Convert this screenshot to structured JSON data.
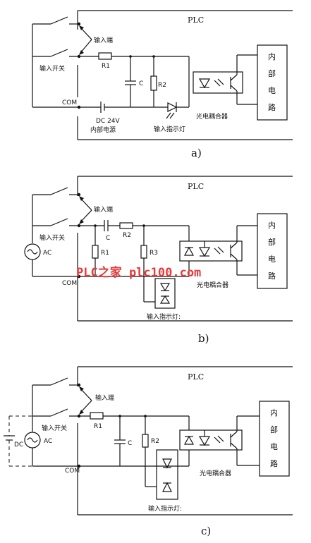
{
  "labels": {
    "plc": "PLC",
    "input_terminal": "输入端",
    "input_switch": "输入开关",
    "com": "COM",
    "r1": "R1",
    "r2": "R2",
    "r3": "R3",
    "c": "C",
    "dc24v": "DC 24V",
    "internal_power": "内部电源",
    "input_indicator": "输入指示灯",
    "input_indicator_colon": "输入指示灯:",
    "optocoupler": "光电耦合器",
    "ac": "AC",
    "dc": "DC",
    "internal_circuit": [
      "内",
      "部",
      "电",
      "路"
    ]
  },
  "captions": {
    "a": "a)",
    "b": "b)",
    "c": "c)"
  },
  "watermark": "PLC之家 plc100.com",
  "colors": {
    "line": "#111111",
    "watermark": "#e53a3a",
    "background": "#ffffff"
  }
}
